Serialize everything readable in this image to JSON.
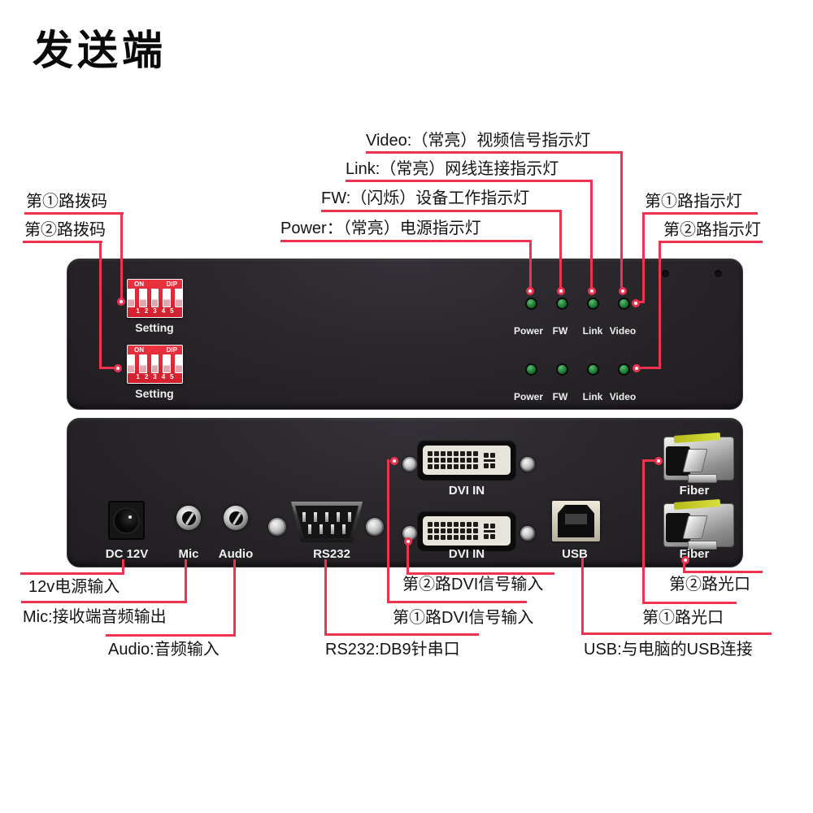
{
  "title": "发送端",
  "colors": {
    "leader_red": "#ee3350",
    "panel_dark": "#282529",
    "led_green": "#1d7d34",
    "dip_red": "#d8202e",
    "sfp_stripe_yellow": "#c8cf2a"
  },
  "front_panel": {
    "dip": {
      "on": "ON",
      "dip": "DIP",
      "numbers": [
        "1",
        "2",
        "3",
        "4",
        "5"
      ],
      "setting": "Setting"
    },
    "leds": [
      "Power",
      "FW",
      "Link",
      "Video"
    ]
  },
  "rear_panel": {
    "dc_label": "DC 12V",
    "mic_label": "Mic",
    "audio_label": "Audio",
    "rs232_label": "RS232",
    "dvi_label": "DVI IN",
    "usb_label": "USB",
    "fiber_label": "Fiber"
  },
  "annotations": {
    "video": "Video:（常亮）视频信号指示灯",
    "link": "Link:（常亮）网线连接指示灯",
    "fw": "FW:（闪烁）设备工作指示灯",
    "power": "Power：（常亮）电源指示灯",
    "dip_ch1": "第①路拨码",
    "dip_ch2": "第②路拨码",
    "led_ch1": "第①路指示灯",
    "led_ch2": "第②路指示灯",
    "dc": "12v电源输入",
    "mic": "Mic:接收端音频输出",
    "audio": "Audio:音频输入",
    "rs232": "RS232:DB9针串口",
    "dvi_ch2": "第②路DVI信号输入",
    "dvi_ch1": "第①路DVI信号输入",
    "usb": "USB:与电脑的USB连接",
    "fiber_ch1": "第①路光口",
    "fiber_ch2": "第②路光口"
  }
}
